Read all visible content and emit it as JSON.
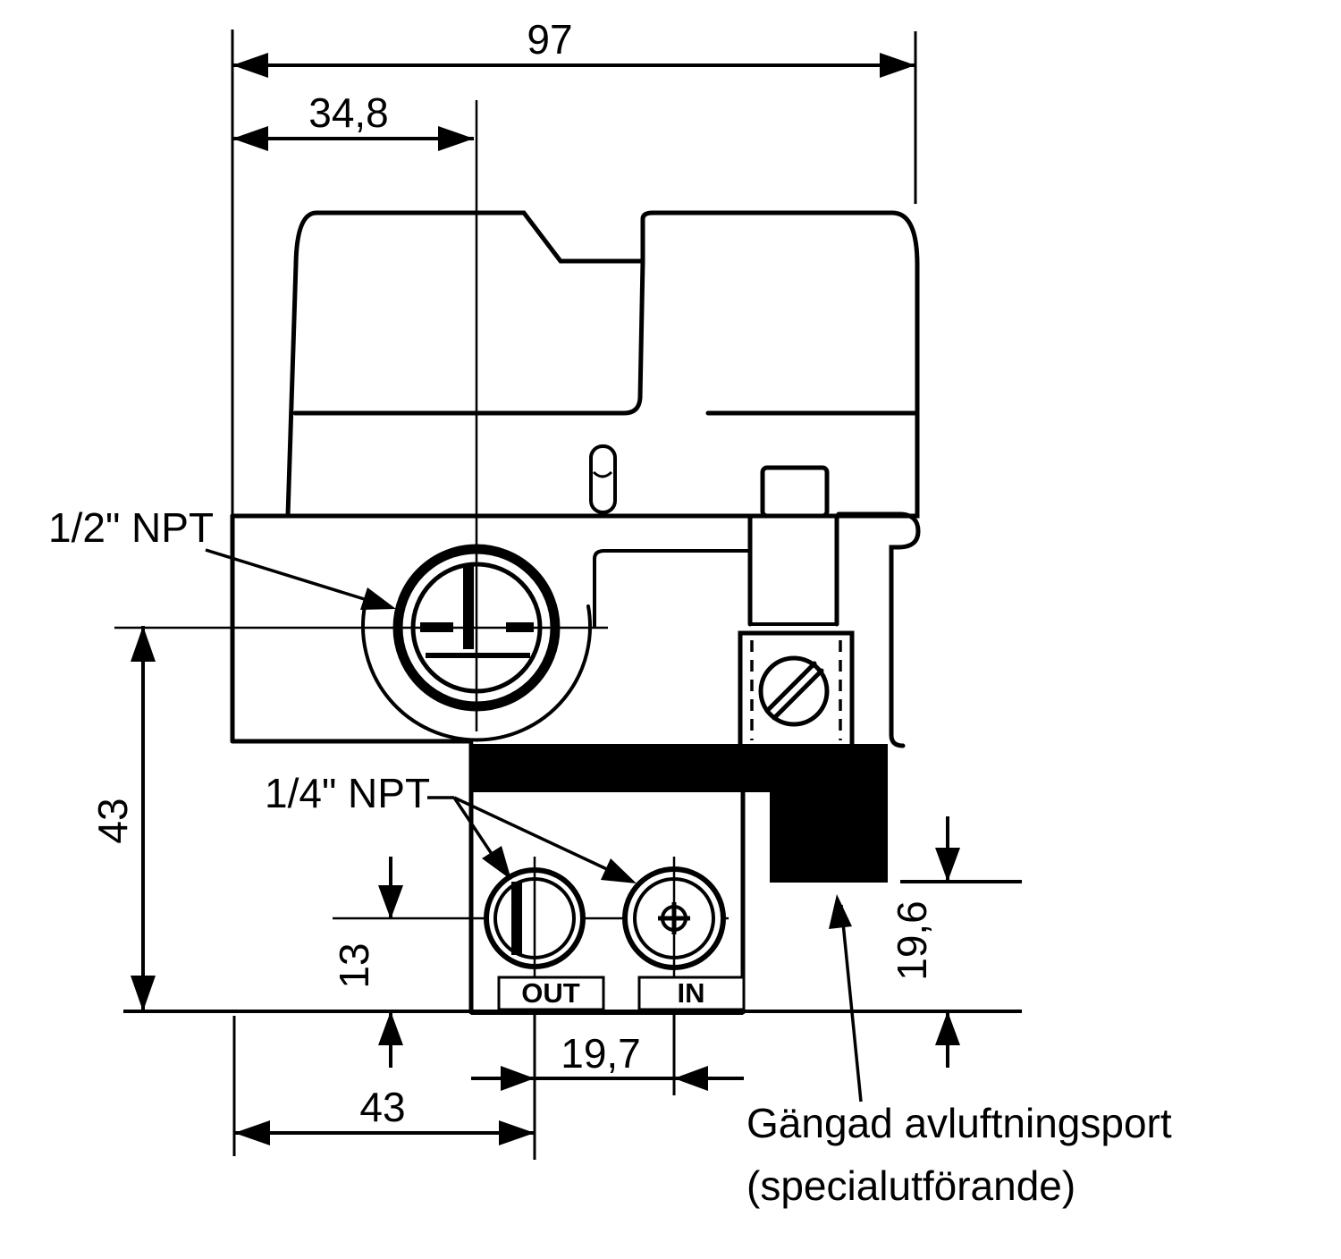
{
  "meta": {
    "drawing_type": "valve dimensional drawing",
    "units_style": "millimetres (comma decimal)"
  },
  "colors": {
    "ink": "#000000",
    "paper": "#ffffff"
  },
  "dimensions": {
    "overall_width": "97",
    "center_offset": "34,8",
    "body_height": "43",
    "port_center_height": "13",
    "port_spacing": "19,7",
    "out_port_offset": "43",
    "vent_port_height": "19,6"
  },
  "labels": {
    "conduit_port": "1/2\" NPT",
    "pressure_ports": "1/4\" NPT",
    "out": "OUT",
    "in": "IN",
    "vent_note_line1": "Gängad avluftningsport",
    "vent_note_line2": "(specialutförande)"
  }
}
